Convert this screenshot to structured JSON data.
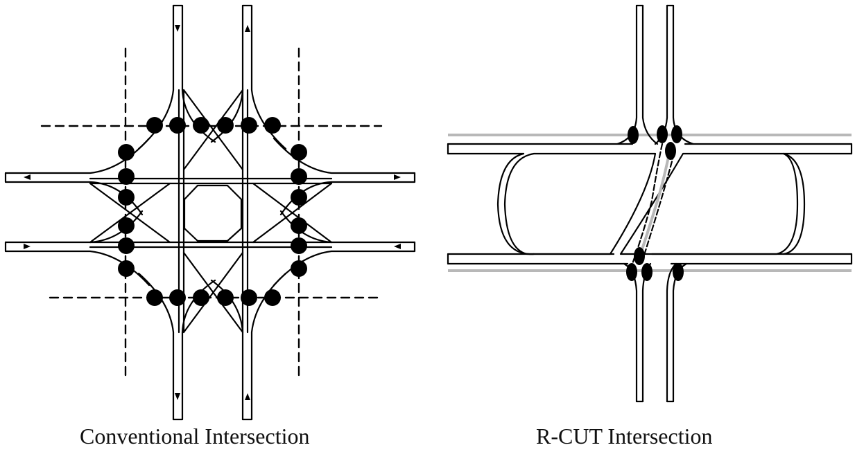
{
  "diagrams": [
    {
      "id": "conventional",
      "caption": "Conventional Intersection",
      "conflict_points": 24
    },
    {
      "id": "rcut",
      "caption": "R-CUT Intersection",
      "conflict_points": 8
    }
  ],
  "colors": {
    "road_edge": "#000000",
    "road_fill": "#ffffff",
    "conflict_point": "#000000",
    "median_gray": "#b8b8b8"
  }
}
